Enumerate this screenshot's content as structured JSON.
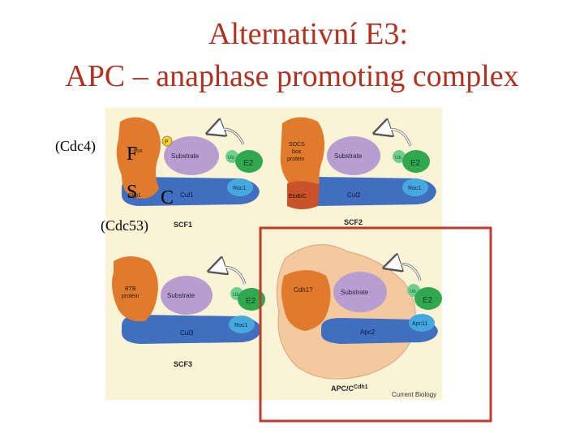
{
  "slide": {
    "title_line1": "Alternativní E3:",
    "title_line2": "APC – anaphase promoting complex"
  },
  "overlay_labels": {
    "cdc4": "(Cdc4)",
    "f": "F",
    "s": "S",
    "c": "C",
    "cdc53": "(Cdc53)"
  },
  "panels": {
    "scf1": {
      "name": "SCF1",
      "adaptor": "F-box",
      "skp": "Skp1",
      "substrate": "Substrate",
      "p": "P",
      "ub": "Ub",
      "e2": "E2",
      "roc": "Roc1",
      "cullin": "Cul1"
    },
    "scf2": {
      "name": "SCF2",
      "adaptor_l1": "SOCS",
      "adaptor_l2": "box",
      "adaptor_l3": "protein",
      "elo": "EloB/C",
      "substrate": "Substrate",
      "ub": "Ub",
      "e2": "E2",
      "roc": "Roc1",
      "cullin": "Cul2"
    },
    "scf3": {
      "name": "SCF3",
      "adaptor_l1": "BTB",
      "adaptor_l2": "protein",
      "substrate": "Substrate",
      "ub": "Ub",
      "e2": "E2",
      "roc": "Roc1",
      "cullin": "Cul3"
    },
    "apc": {
      "name": "APC/C",
      "name_sup": "Cdh1",
      "adaptor": "Cdh1?",
      "substrate": "Substrate",
      "ub": "Ub",
      "e2": "E2",
      "roc": "Apc11",
      "cullin": "Apc2"
    },
    "credit": "Current Biology"
  },
  "colors": {
    "title": "#b2321f",
    "panel_bg": "#fbf3d6",
    "adaptor_orange": "#e07b2e",
    "substrate_purple": "#b89ed0",
    "cullin_blue": "#3f6fbe",
    "roc_cyan": "#47a8df",
    "e2_green": "#2fa84f",
    "highlight_box": "#c0392b",
    "apc_halo": "#f4c9a0"
  }
}
